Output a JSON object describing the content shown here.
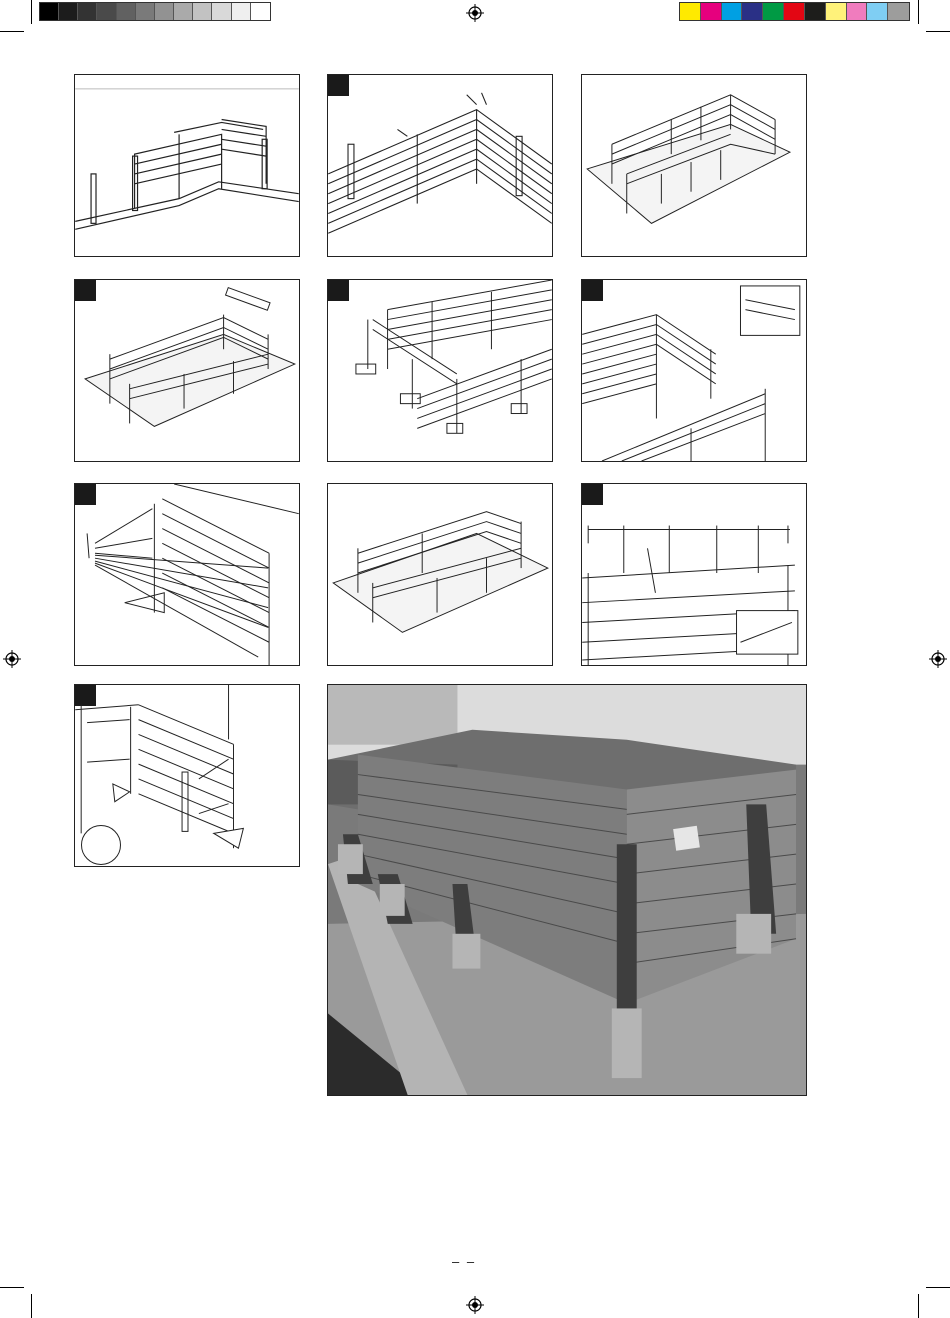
{
  "page": {
    "page_number": "– –"
  },
  "print_marks": {
    "grayscale_swatches": [
      "#000000",
      "#1c1c1c",
      "#333333",
      "#4a4a4a",
      "#616161",
      "#7a7a7a",
      "#929292",
      "#aaaaaa",
      "#c2c2c2",
      "#d9d9d9",
      "#efefef",
      "#ffffff"
    ],
    "color_swatches": [
      "#ffea00",
      "#e6007e",
      "#00a0e3",
      "#2a3086",
      "#009a44",
      "#e30613",
      "#1d1d1b",
      "#fff27a",
      "#f07cbe",
      "#7fcef3",
      "#9d9d9c"
    ]
  },
  "panels": [
    {
      "id": "step-1",
      "has_badge": false
    },
    {
      "id": "step-2",
      "has_badge": true
    },
    {
      "id": "step-3",
      "has_badge": false
    },
    {
      "id": "step-4",
      "has_badge": true
    },
    {
      "id": "step-5",
      "has_badge": true
    },
    {
      "id": "step-6",
      "has_badge": true
    },
    {
      "id": "step-7",
      "has_badge": true
    },
    {
      "id": "step-8",
      "has_badge": false
    },
    {
      "id": "step-9",
      "has_badge": true
    },
    {
      "id": "step-10",
      "has_badge": true
    }
  ],
  "icons": {
    "registration": "registration-crosshair-icon"
  }
}
